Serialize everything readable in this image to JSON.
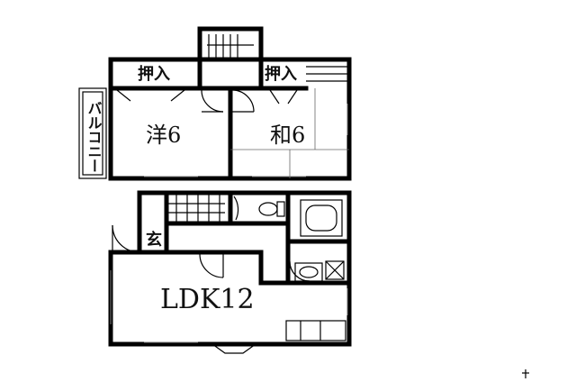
{
  "floor_plan": {
    "upper_floor": {
      "balcony_label": "バルコニー",
      "closet_left_label": "押入",
      "closet_right_label": "押入",
      "western_room_label": "洋6",
      "japanese_room_label": "和6"
    },
    "lower_floor": {
      "entrance_label": "玄",
      "ldk_label": "LDK12"
    }
  }
}
